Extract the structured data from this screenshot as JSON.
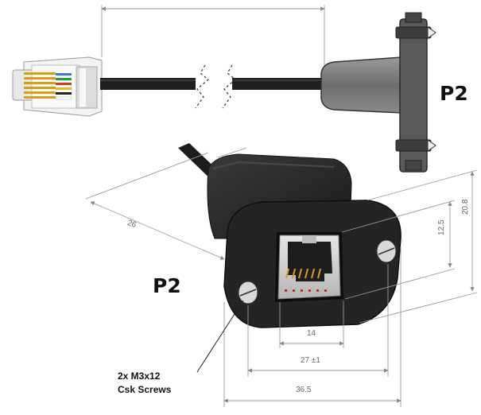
{
  "diagram": {
    "top_label": "P2",
    "bottom_label": "P2",
    "dimensions": {
      "depth": "26",
      "jack_width": "14",
      "hole_spacing": "27 ±1",
      "overall_width": "36.5",
      "jack_height": "12.5",
      "overall_height": "20.8"
    },
    "screw_note_line1": "2x M3x12",
    "screw_note_line2": "Csk Screws"
  },
  "colors": {
    "cable": "#1f1f1f",
    "housing_dark": "#2a2a2a",
    "housing_grey": "#7d7d7d",
    "port_face": "#cfcfcf",
    "dimension_line": "#999999"
  }
}
